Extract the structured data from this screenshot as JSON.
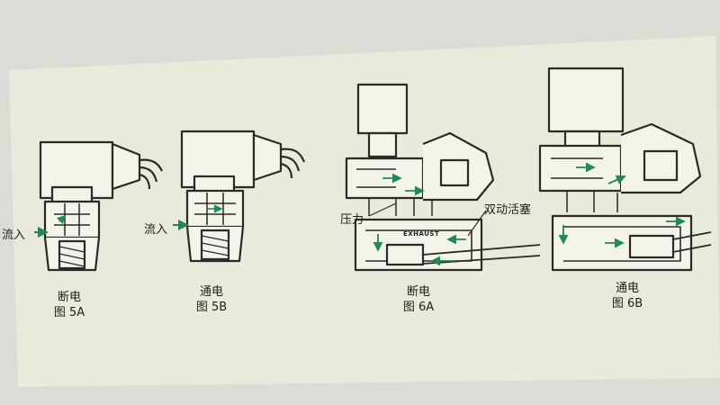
{
  "figures": [
    {
      "state": "断电",
      "label": "图 5A"
    },
    {
      "state": "通电",
      "label": "图 5B"
    },
    {
      "state": "断电",
      "label": "图 6A"
    },
    {
      "state": "通电",
      "label": "图 6B"
    }
  ],
  "annotations": {
    "inflow_5a": "流入",
    "inflow_5b": "流入",
    "pressure": "压力",
    "piston": "双动活塞",
    "exhaust": "EXHAUST"
  },
  "colors": {
    "paper": "#e9eadb",
    "background": "#dcdcd6",
    "line": "#2a2a2a",
    "arrow": "#1f8a52"
  }
}
